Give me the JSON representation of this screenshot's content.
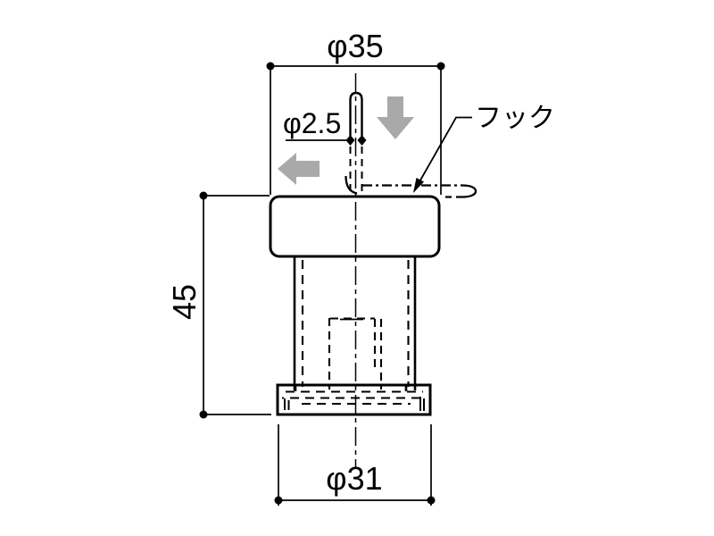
{
  "drawing": {
    "part_labels": {
      "hook": "フック"
    },
    "dimensions": {
      "top_diameter": "φ35",
      "pin_diameter": "φ2.5",
      "height": "45",
      "base_diameter": "φ31"
    },
    "colors": {
      "line": "#000000",
      "arrow_gray": "#a9a9a9",
      "background": "#ffffff"
    }
  }
}
